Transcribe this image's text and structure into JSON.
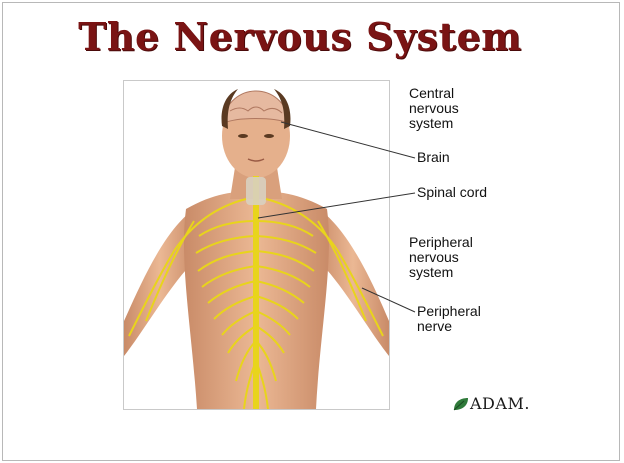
{
  "slide": {
    "title": "The Nervous System"
  },
  "labels": {
    "central": "Central\nnervous\nsystem",
    "brain": "Brain",
    "spinal_cord": "Spinal cord",
    "peripheral_system": "Peripheral\nnervous\nsystem",
    "peripheral_nerve": "Peripheral\nnerve"
  },
  "logo": {
    "text": "ADAM.",
    "icon": "leaf-icon"
  },
  "colors": {
    "title": "#7a1414",
    "nerve": "#e8d41c",
    "skin": "#e2aa86",
    "hair": "#5a3a22"
  }
}
